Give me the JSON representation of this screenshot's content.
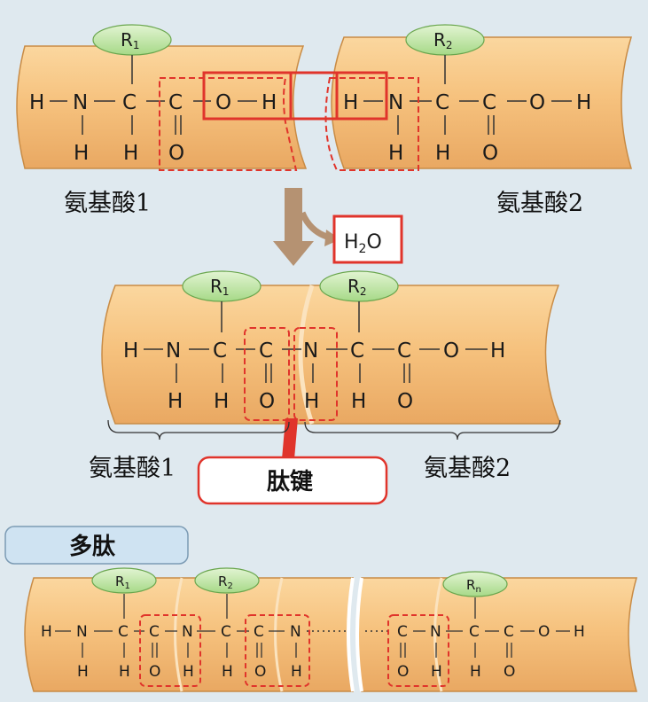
{
  "diagram": {
    "amino_acid_1": {
      "r_group": "R1",
      "label": "氨基酸1"
    },
    "amino_acid_2": {
      "r_group": "R2",
      "label": "氨基酸2"
    },
    "water": "H2O",
    "peptide_bond_label": "肽键",
    "polypeptide": {
      "label": "多肽",
      "r_groups": [
        "R1",
        "R2",
        "Rn"
      ]
    },
    "atoms": {
      "H": "H",
      "N": "N",
      "C": "C",
      "O": "O"
    },
    "colors": {
      "background": "#dfe9ef",
      "cylinder_fill": "#f6c27e",
      "cylinder_edge": "#c98c46",
      "r_group_fill": "#bfe3a4",
      "highlight_red": "#e0342b",
      "arrow": "#b59272"
    }
  }
}
